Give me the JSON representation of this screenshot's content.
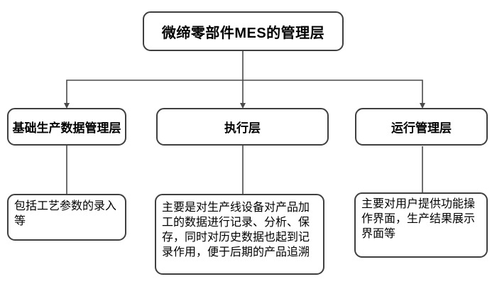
{
  "diagram": {
    "root": {
      "label": "微缔零部件MES的管理层"
    },
    "branches": [
      {
        "label": "基础生产数据管理层",
        "description": "包括工艺参数的录入等"
      },
      {
        "label": "执行层",
        "description": "主要是对生产线设备对产品加工的数据进行记录、分析、保存，同时对历史数据也起到记录作用，便于后期的产品追溯"
      },
      {
        "label": "运行管理层",
        "description": "主要对用户提供功能操作界面，生产结果展示界面等"
      }
    ],
    "colors": {
      "border": "#3f3f3f",
      "line": "#4a4a4a",
      "text": "#000000",
      "background": "#ffffff"
    }
  }
}
